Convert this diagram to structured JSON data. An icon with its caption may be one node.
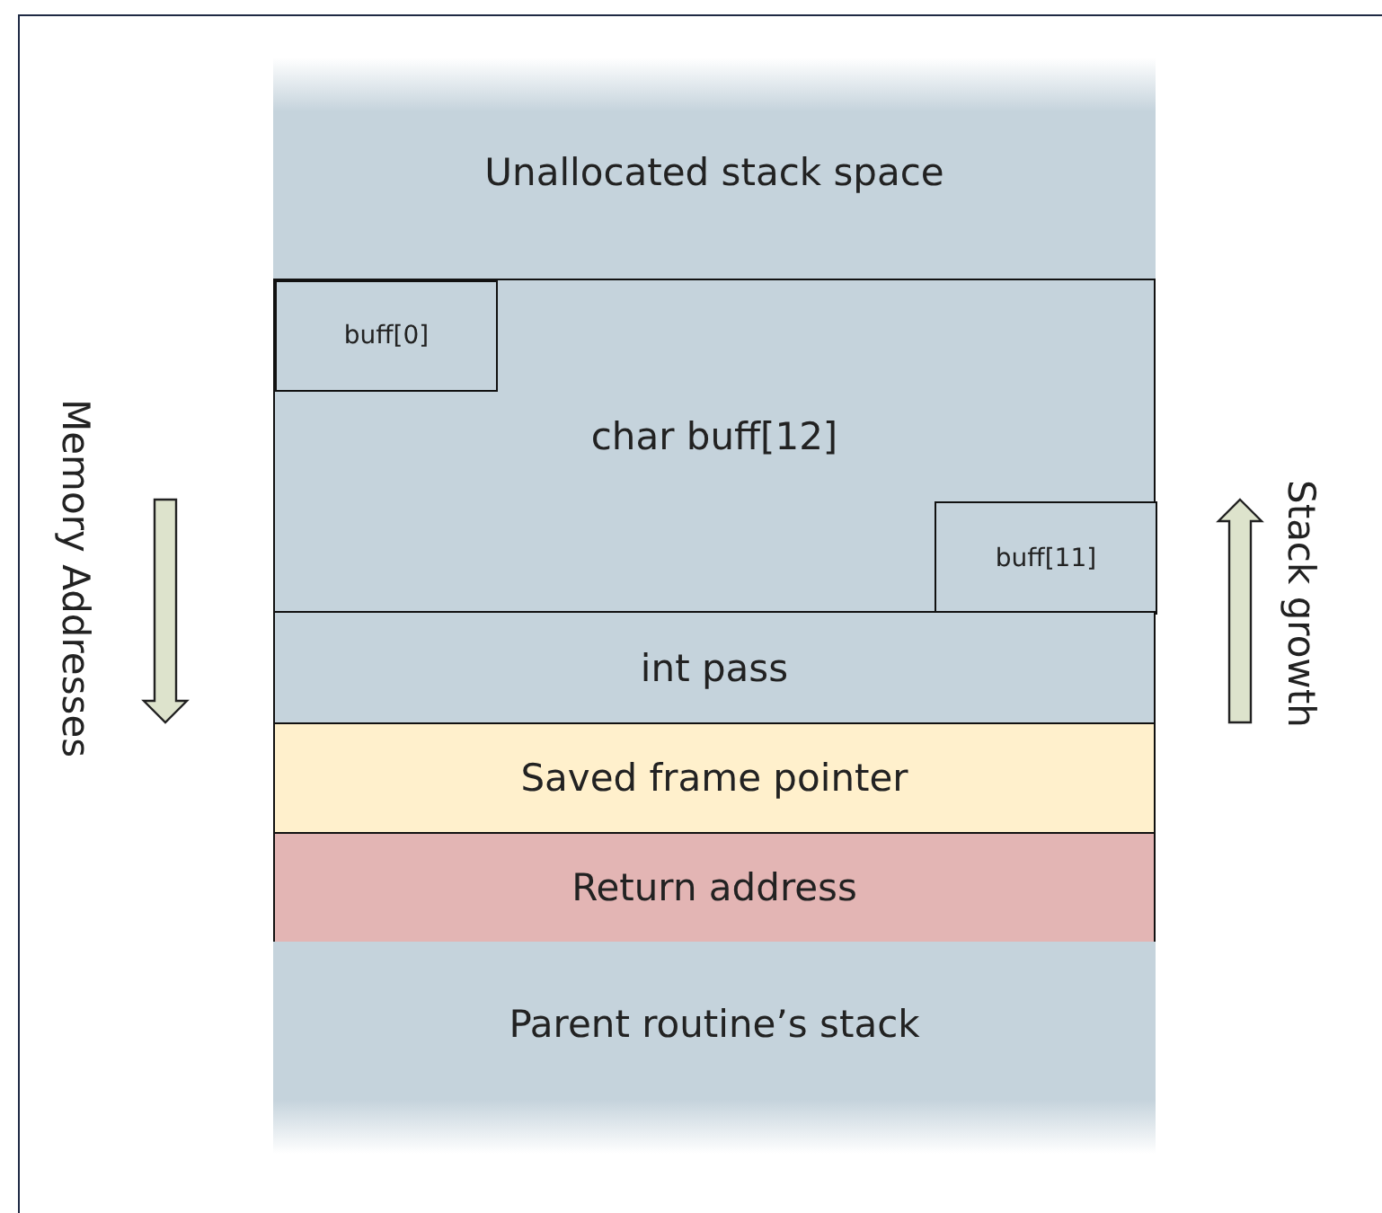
{
  "diagram": {
    "nodes": [
      {
        "text": [
          "Unallocated stack space"
        ]
      },
      {
        "text": [
          "char buff[12]"
        ]
      },
      {
        "text": [
          "buff[0]"
        ],
        "in": 1
      },
      {
        "text": [
          "buff[11]"
        ],
        "in": 1
      },
      {
        "text": [
          "int pass"
        ]
      },
      {
        "text": [
          "Saved frame pointer"
        ]
      },
      {
        "text": [
          "Return address"
        ]
      },
      {
        "text": [
          "Parent routine’s stack"
        ]
      }
    ],
    "edges": [],
    "labels": [
      "Memory Addresses",
      "Stack growth"
    ]
  }
}
